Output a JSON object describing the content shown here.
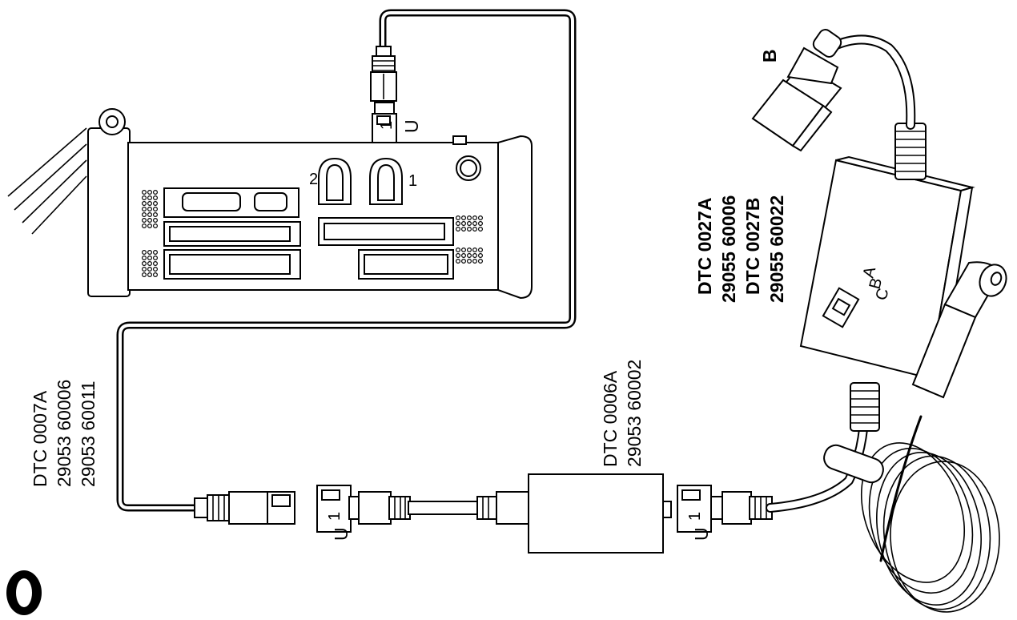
{
  "labels": {
    "cable_main": [
      "DTC 0007A",
      "29053 60006",
      "29053 60011"
    ],
    "adapter": [
      "DTC 0006A",
      "29053 60002"
    ],
    "interface_box": [
      "DTC 0027A",
      "29055 60006",
      "DTC 0027B",
      "29055 60022"
    ],
    "connector_b": "B",
    "port_1": "1",
    "port_2": "2",
    "plug_letter": "U",
    "plug_number": "1",
    "switch_positions": [
      "A",
      "B",
      "C"
    ]
  }
}
